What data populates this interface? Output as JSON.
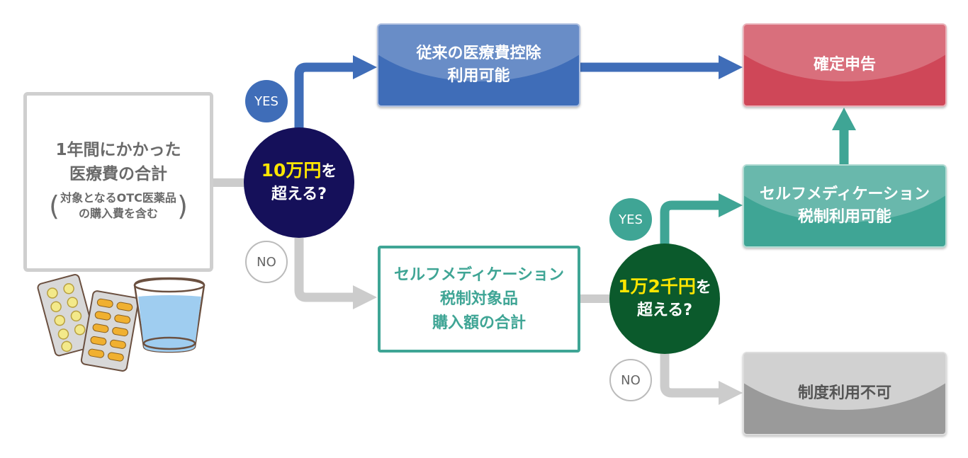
{
  "colors": {
    "blue": "#3f6db8",
    "red": "#cf4758",
    "teal": "#3fa595",
    "gray": "#9a9a9a",
    "navy_circle": "#15105a",
    "green_circle": "#0b5a2c",
    "highlight": "#ffe600",
    "connector": "#cccccc"
  },
  "start": {
    "line1": "1年間にかかった",
    "line2": "医療費の合計",
    "note1": "対象となるOTC医薬品",
    "note2": "の購入費を含む",
    "illustration": "pill-packs-and-glass-of-water"
  },
  "question1": {
    "amount": "10万円",
    "suffix": "を",
    "line2": "超える?"
  },
  "question2": {
    "amount": "1万2千円",
    "suffix": "を",
    "line2": "超える?"
  },
  "badges": {
    "yes": "YES",
    "no": "NO"
  },
  "traditional": {
    "line1": "従来の医療費控除",
    "line2": "利用可能"
  },
  "tax_return": {
    "label": "確定申告"
  },
  "self_med_total": {
    "line1": "セルフメディケーション",
    "line2": "税制対象品",
    "line3": "購入額の合計"
  },
  "self_med_ok": {
    "line1": "セルフメディケーション",
    "line2": "税制利用可能"
  },
  "not_available": {
    "label": "制度利用不可"
  }
}
